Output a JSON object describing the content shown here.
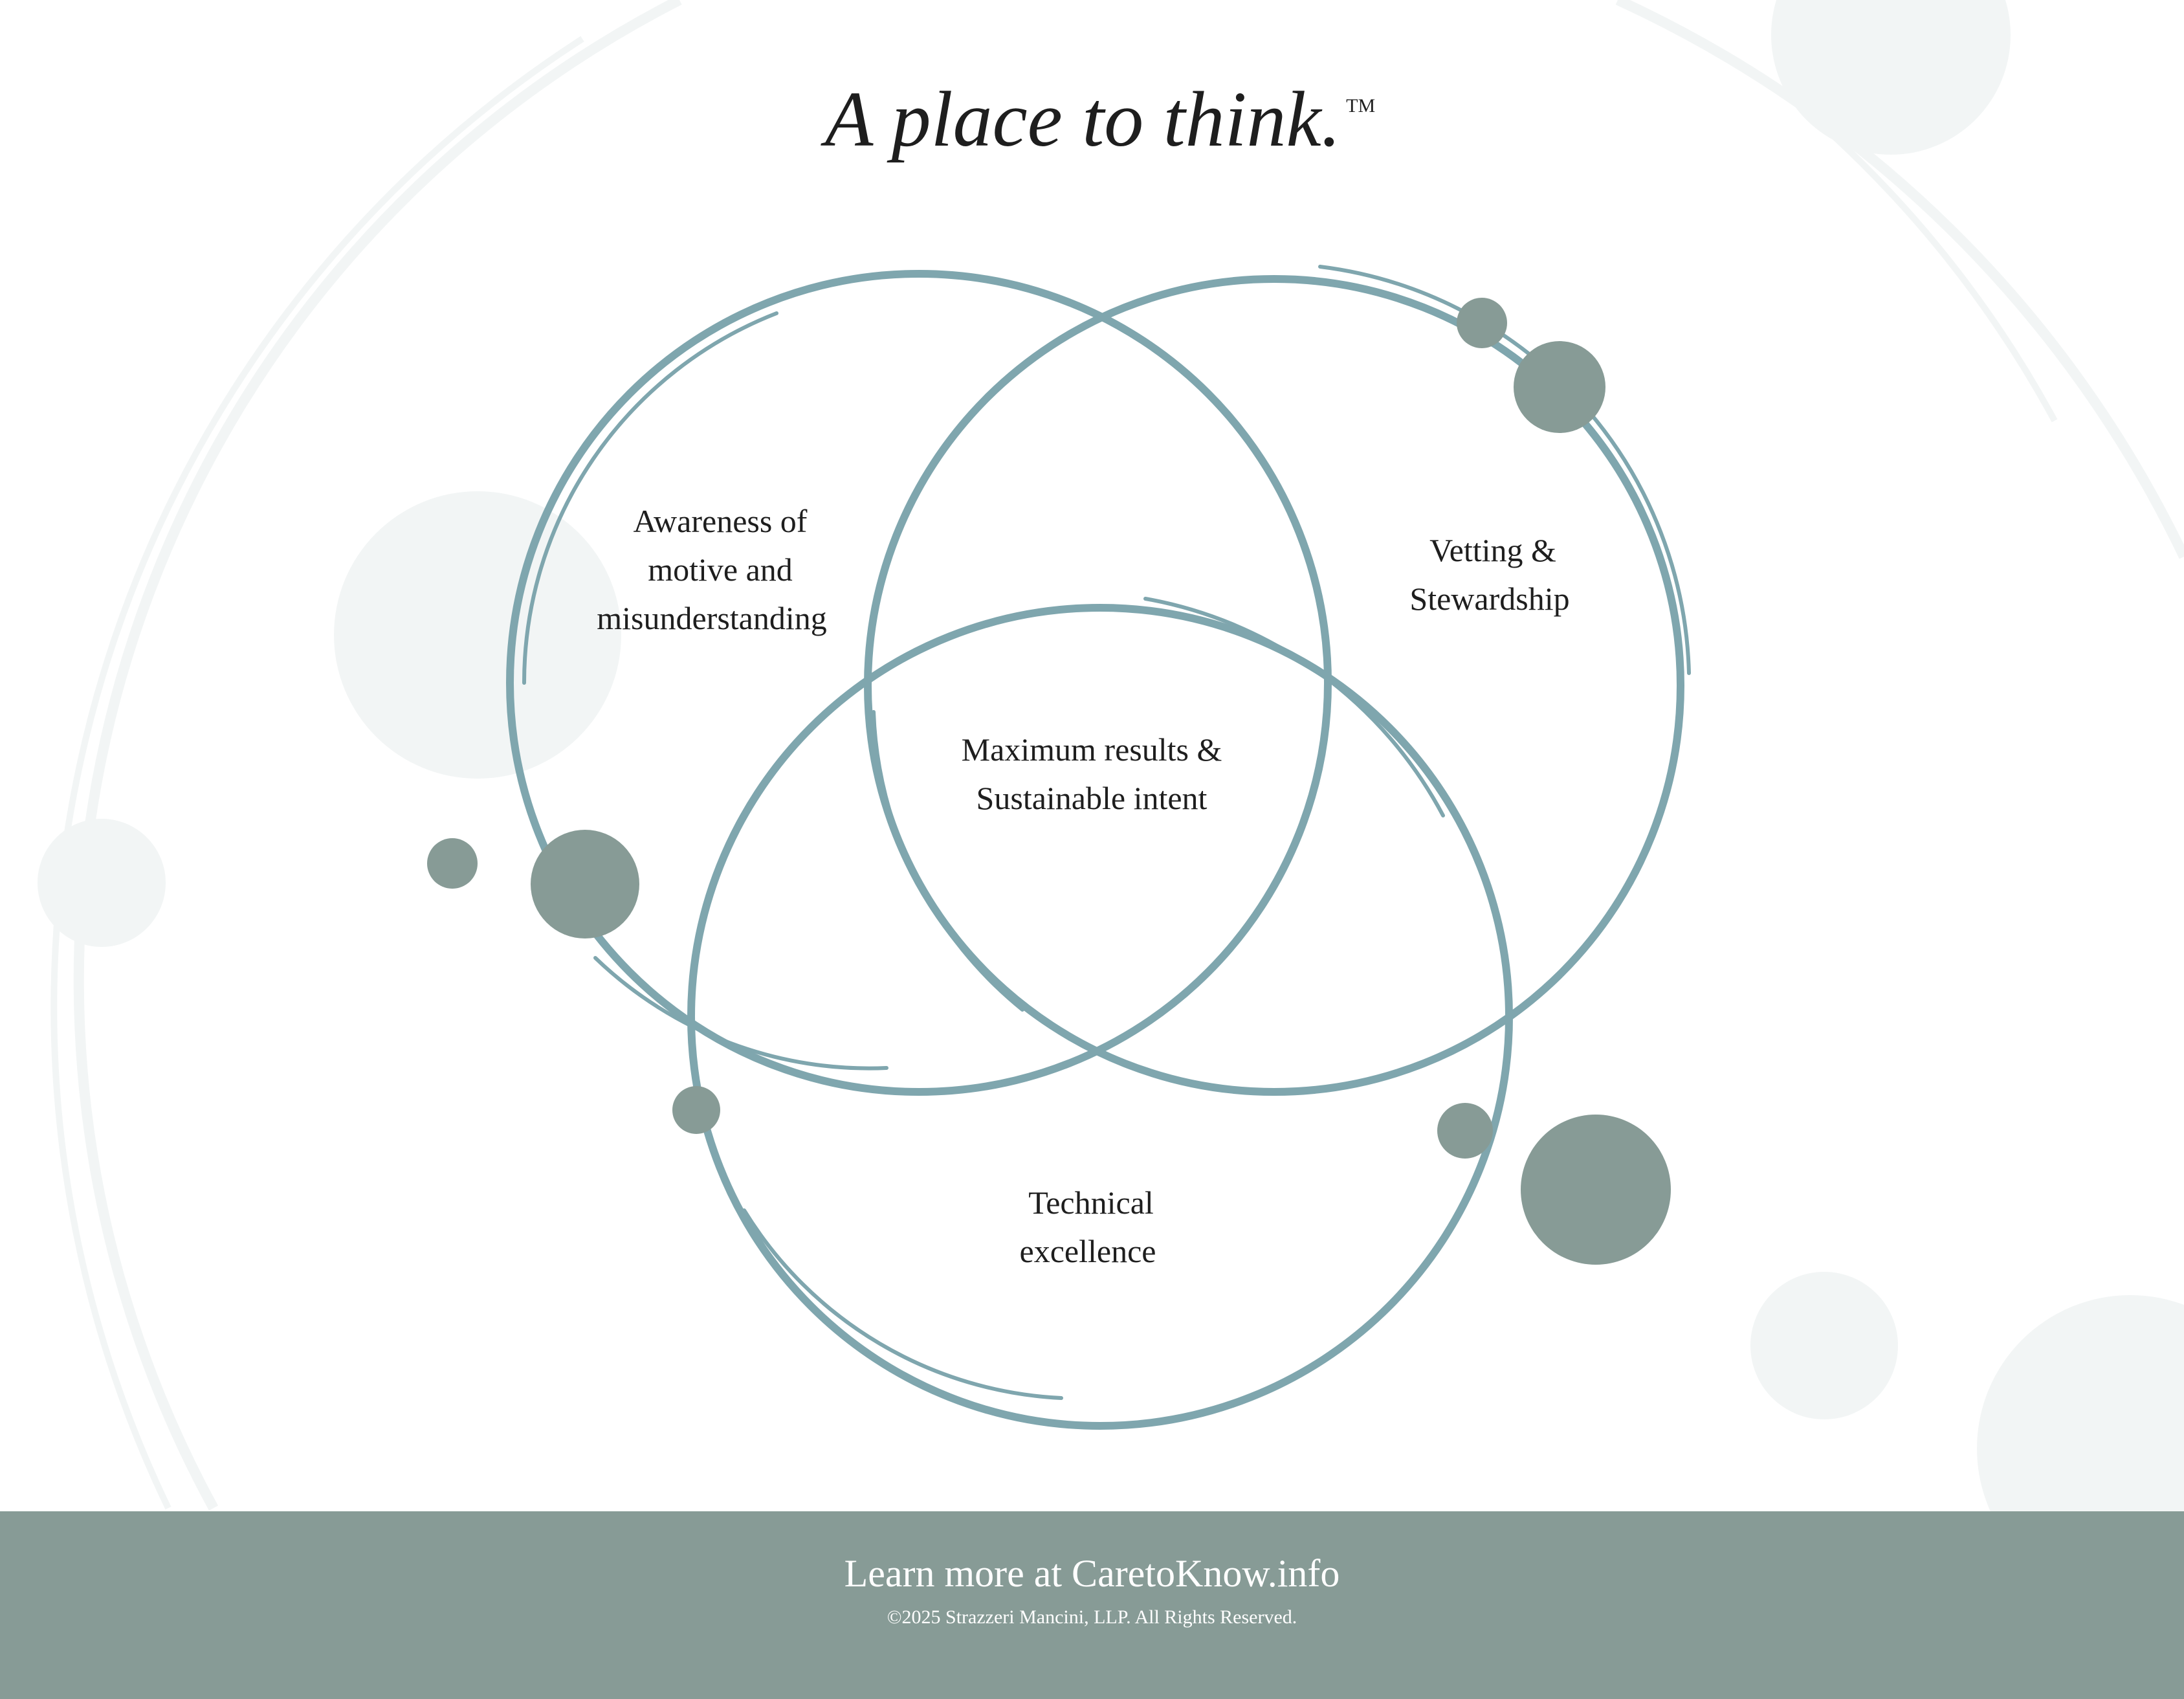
{
  "title": "A place to think.",
  "trademark": "TM",
  "diagram": {
    "circles": [
      {
        "name": "left",
        "label_lines": [
          "Awareness of",
          "motive and",
          "misunderstanding"
        ]
      },
      {
        "name": "right",
        "label_lines": [
          "Vetting &",
          "Stewardship"
        ]
      },
      {
        "name": "bottom",
        "label_lines": [
          "Technical",
          "excellence"
        ]
      }
    ],
    "center_label_lines": [
      "Maximum results &",
      "Sustainable intent"
    ]
  },
  "colors": {
    "ring": "#7fa6ae",
    "dot": "#879b96",
    "background_shape": "#f2f5f5",
    "footer": "#879b96"
  },
  "footer": {
    "cta": "Learn more at CaretoKnow.info",
    "copyright": "©2025 Strazzeri Mancini, LLP. All Rights Reserved."
  }
}
